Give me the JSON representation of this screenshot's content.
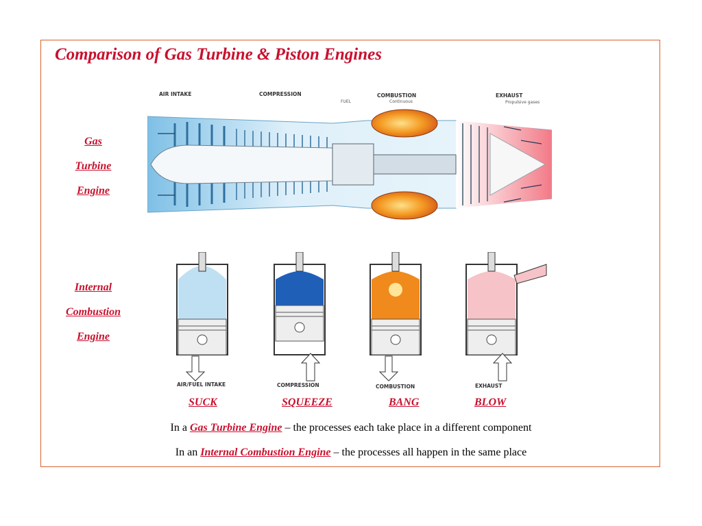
{
  "title": "Comparison of Gas Turbine & Piston Engines",
  "labels": {
    "gas_turbine": [
      "Gas",
      "Turbine",
      "Engine"
    ],
    "internal_combustion": [
      "Internal",
      "Combustion",
      "Engine"
    ]
  },
  "turbine_diagram": {
    "air_intake": "AIR INTAKE",
    "compression": "COMPRESSION",
    "combustion": "COMBUSTION",
    "combustion_sub": "Continuous",
    "fuel": "FUEL",
    "exhaust": "EXHAUST",
    "exhaust_sub": "Propulsive gases"
  },
  "piston_diagram": {
    "captions": [
      "AIR/FUEL INTAKE",
      "COMPRESSION",
      "COMBUSTION",
      "EXHAUST"
    ]
  },
  "stages": [
    "SUCK",
    "SQUEEZE",
    "BANG",
    "BLOW"
  ],
  "lines": {
    "gas": {
      "pre": "In a ",
      "term": "Gas Turbine Engine",
      "post": " – the processes each take place in a different component"
    },
    "ice": {
      "pre": "In an ",
      "term": "Internal Combustion Engine",
      "post": " – the processes all happen in the same place"
    }
  },
  "colors": {
    "accent": "#c8102e",
    "border": "#d9612a",
    "intake_blue": "#bfe0f2",
    "compress_blue": "#1f5fb8",
    "combust_orange": "#f08a1c",
    "exhaust_pink": "#f6c3c8"
  }
}
